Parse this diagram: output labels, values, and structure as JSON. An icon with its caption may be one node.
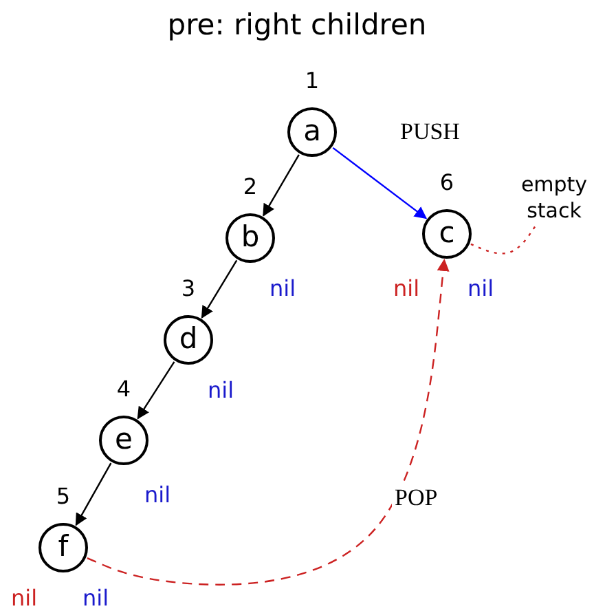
{
  "diagram": {
    "title": "pre: right children",
    "nodes": [
      {
        "text": [
          "a"
        ],
        "beside": [
          "1"
        ]
      },
      {
        "text": [
          "b"
        ],
        "beside": [
          "2"
        ]
      },
      {
        "text": [
          "c"
        ],
        "beside": [
          "6"
        ]
      },
      {
        "text": [
          "empty stack"
        ]
      },
      {
        "text": [
          "d"
        ],
        "beside": [
          "3"
        ]
      },
      {
        "text": [
          "e"
        ],
        "beside": [
          "4"
        ]
      },
      {
        "text": [
          "f"
        ],
        "beside": [
          "5"
        ]
      }
    ],
    "edges": [
      {
        "from": 0,
        "to": 1,
        "arrow": "to"
      },
      {
        "from": 0,
        "to": 2,
        "arrow": "to",
        "label": "PUSH",
        "color": "#0000ff"
      },
      {
        "from": 2,
        "to": 3,
        "arrow": "none",
        "style": "dashed",
        "color": "#cc2222"
      },
      {
        "from": 1,
        "to": 4,
        "arrow": "to"
      },
      {
        "from": 4,
        "to": 5,
        "arrow": "to"
      },
      {
        "from": 5,
        "to": 6,
        "arrow": "to"
      },
      {
        "from": 6,
        "to": 2,
        "arrow": "to",
        "label": "POP",
        "style": "dashed",
        "color": "#cc2222"
      }
    ],
    "labels": [
      "nil",
      "nil",
      "nil",
      "nil",
      "nil",
      "nil",
      "nil"
    ]
  }
}
